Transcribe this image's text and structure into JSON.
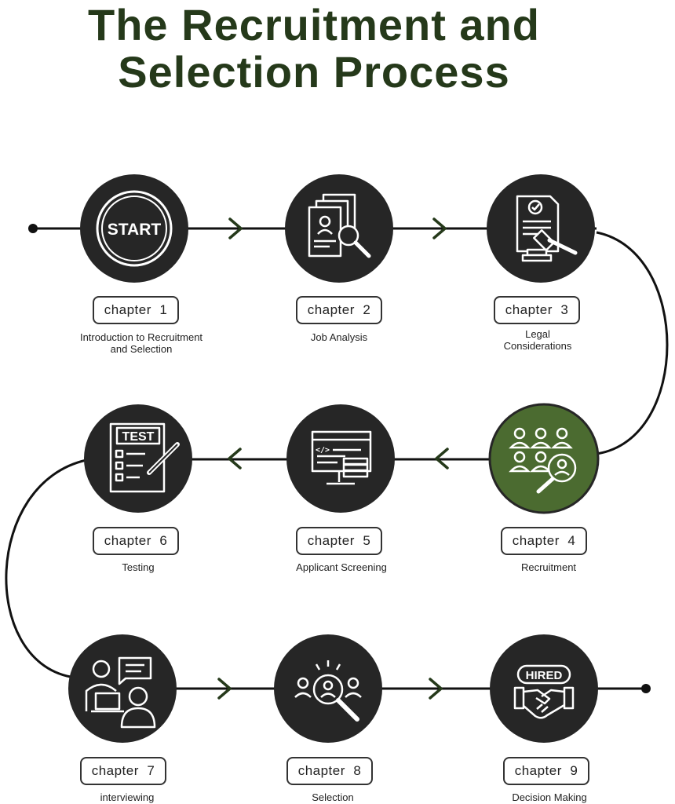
{
  "title": {
    "line1": "The Recruitment and",
    "line2": "Selection Process"
  },
  "colors": {
    "title": "#25391a",
    "circle": "#262626",
    "highlight": "#4b6b30",
    "arrow": "#25391a",
    "line": "#111111"
  },
  "steps": [
    {
      "chapter": "chapter  1",
      "caption": "Introduction to Recruitment\nand Selection",
      "icon": "start-icon",
      "icon_text": "START"
    },
    {
      "chapter": "chapter  2",
      "caption": "Job Analysis",
      "icon": "document-search-icon"
    },
    {
      "chapter": "chapter  3",
      "caption": "Legal\nConsiderations",
      "icon": "legal-gavel-icon"
    },
    {
      "chapter": "chapter  4",
      "caption": "Recruitment",
      "icon": "people-search-icon",
      "highlighted": true
    },
    {
      "chapter": "chapter  5",
      "caption": "Applicant Screening",
      "icon": "code-monitor-icon",
      "icon_text": "</>"
    },
    {
      "chapter": "chapter  6",
      "caption": "Testing",
      "icon": "test-checklist-icon",
      "icon_text": "TEST"
    },
    {
      "chapter": "chapter  7",
      "caption": "interviewing",
      "icon": "interview-icon"
    },
    {
      "chapter": "chapter  8",
      "caption": "Selection",
      "icon": "selection-icon"
    },
    {
      "chapter": "chapter  9",
      "caption": "Decision Making",
      "icon": "hired-handshake-icon",
      "icon_text": "HIRED"
    }
  ]
}
